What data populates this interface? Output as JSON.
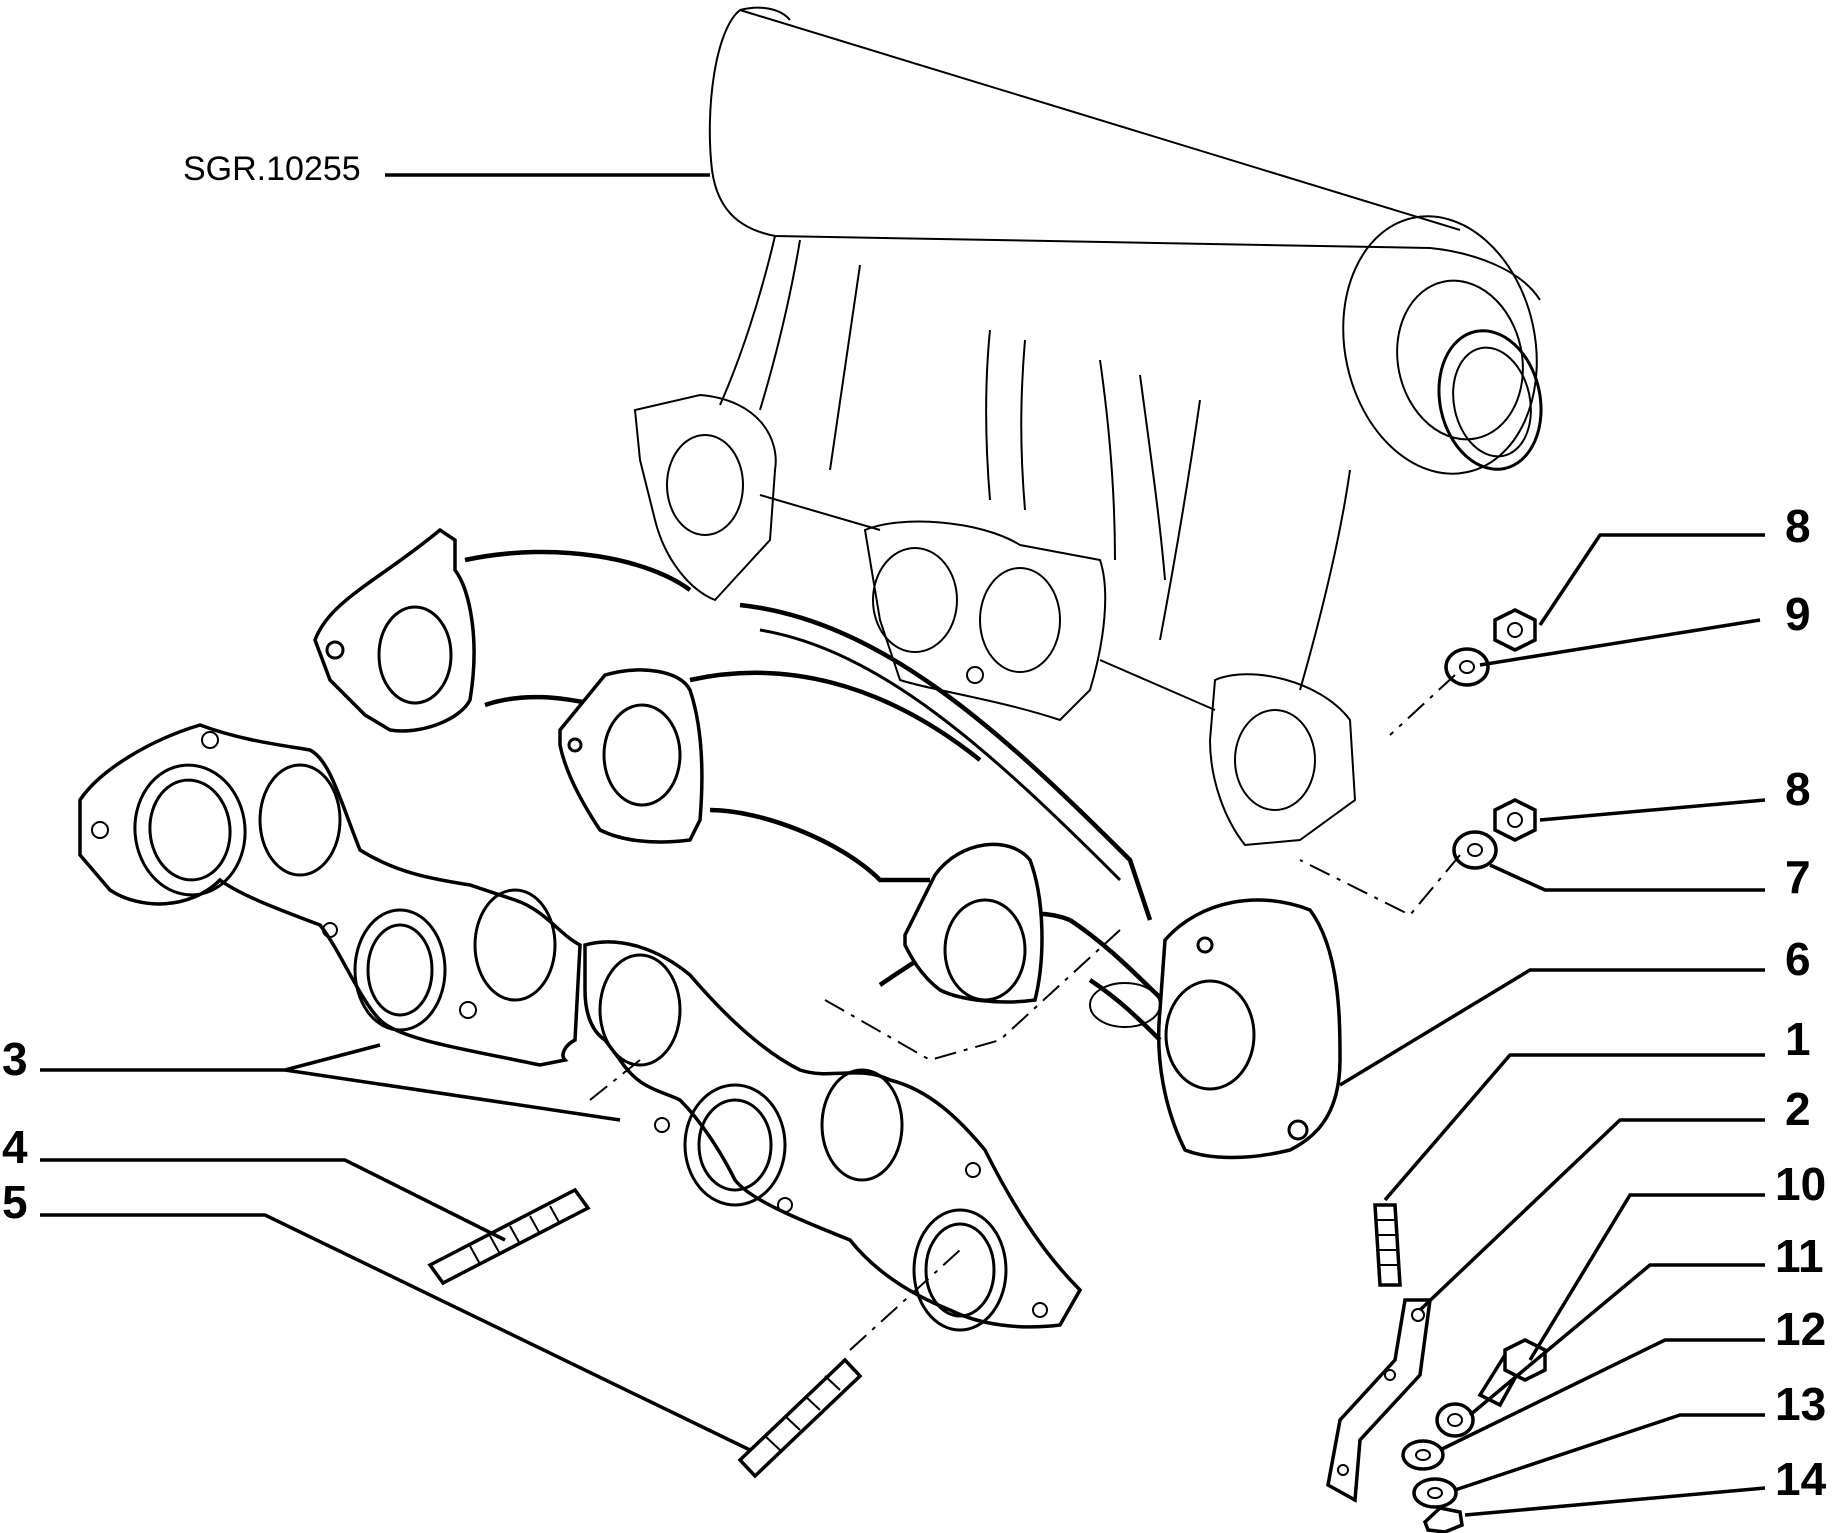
{
  "reference_code": "SGR.10255",
  "callouts": [
    {
      "id": "8a",
      "label": "8"
    },
    {
      "id": "9",
      "label": "9"
    },
    {
      "id": "8b",
      "label": "8"
    },
    {
      "id": "7",
      "label": "7"
    },
    {
      "id": "6",
      "label": "6"
    },
    {
      "id": "1",
      "label": "1"
    },
    {
      "id": "2",
      "label": "2"
    },
    {
      "id": "10",
      "label": "10"
    },
    {
      "id": "11",
      "label": "11"
    },
    {
      "id": "12",
      "label": "12"
    },
    {
      "id": "13",
      "label": "13"
    },
    {
      "id": "14",
      "label": "14"
    },
    {
      "id": "3",
      "label": "3"
    },
    {
      "id": "4",
      "label": "4"
    },
    {
      "id": "5",
      "label": "5"
    }
  ]
}
